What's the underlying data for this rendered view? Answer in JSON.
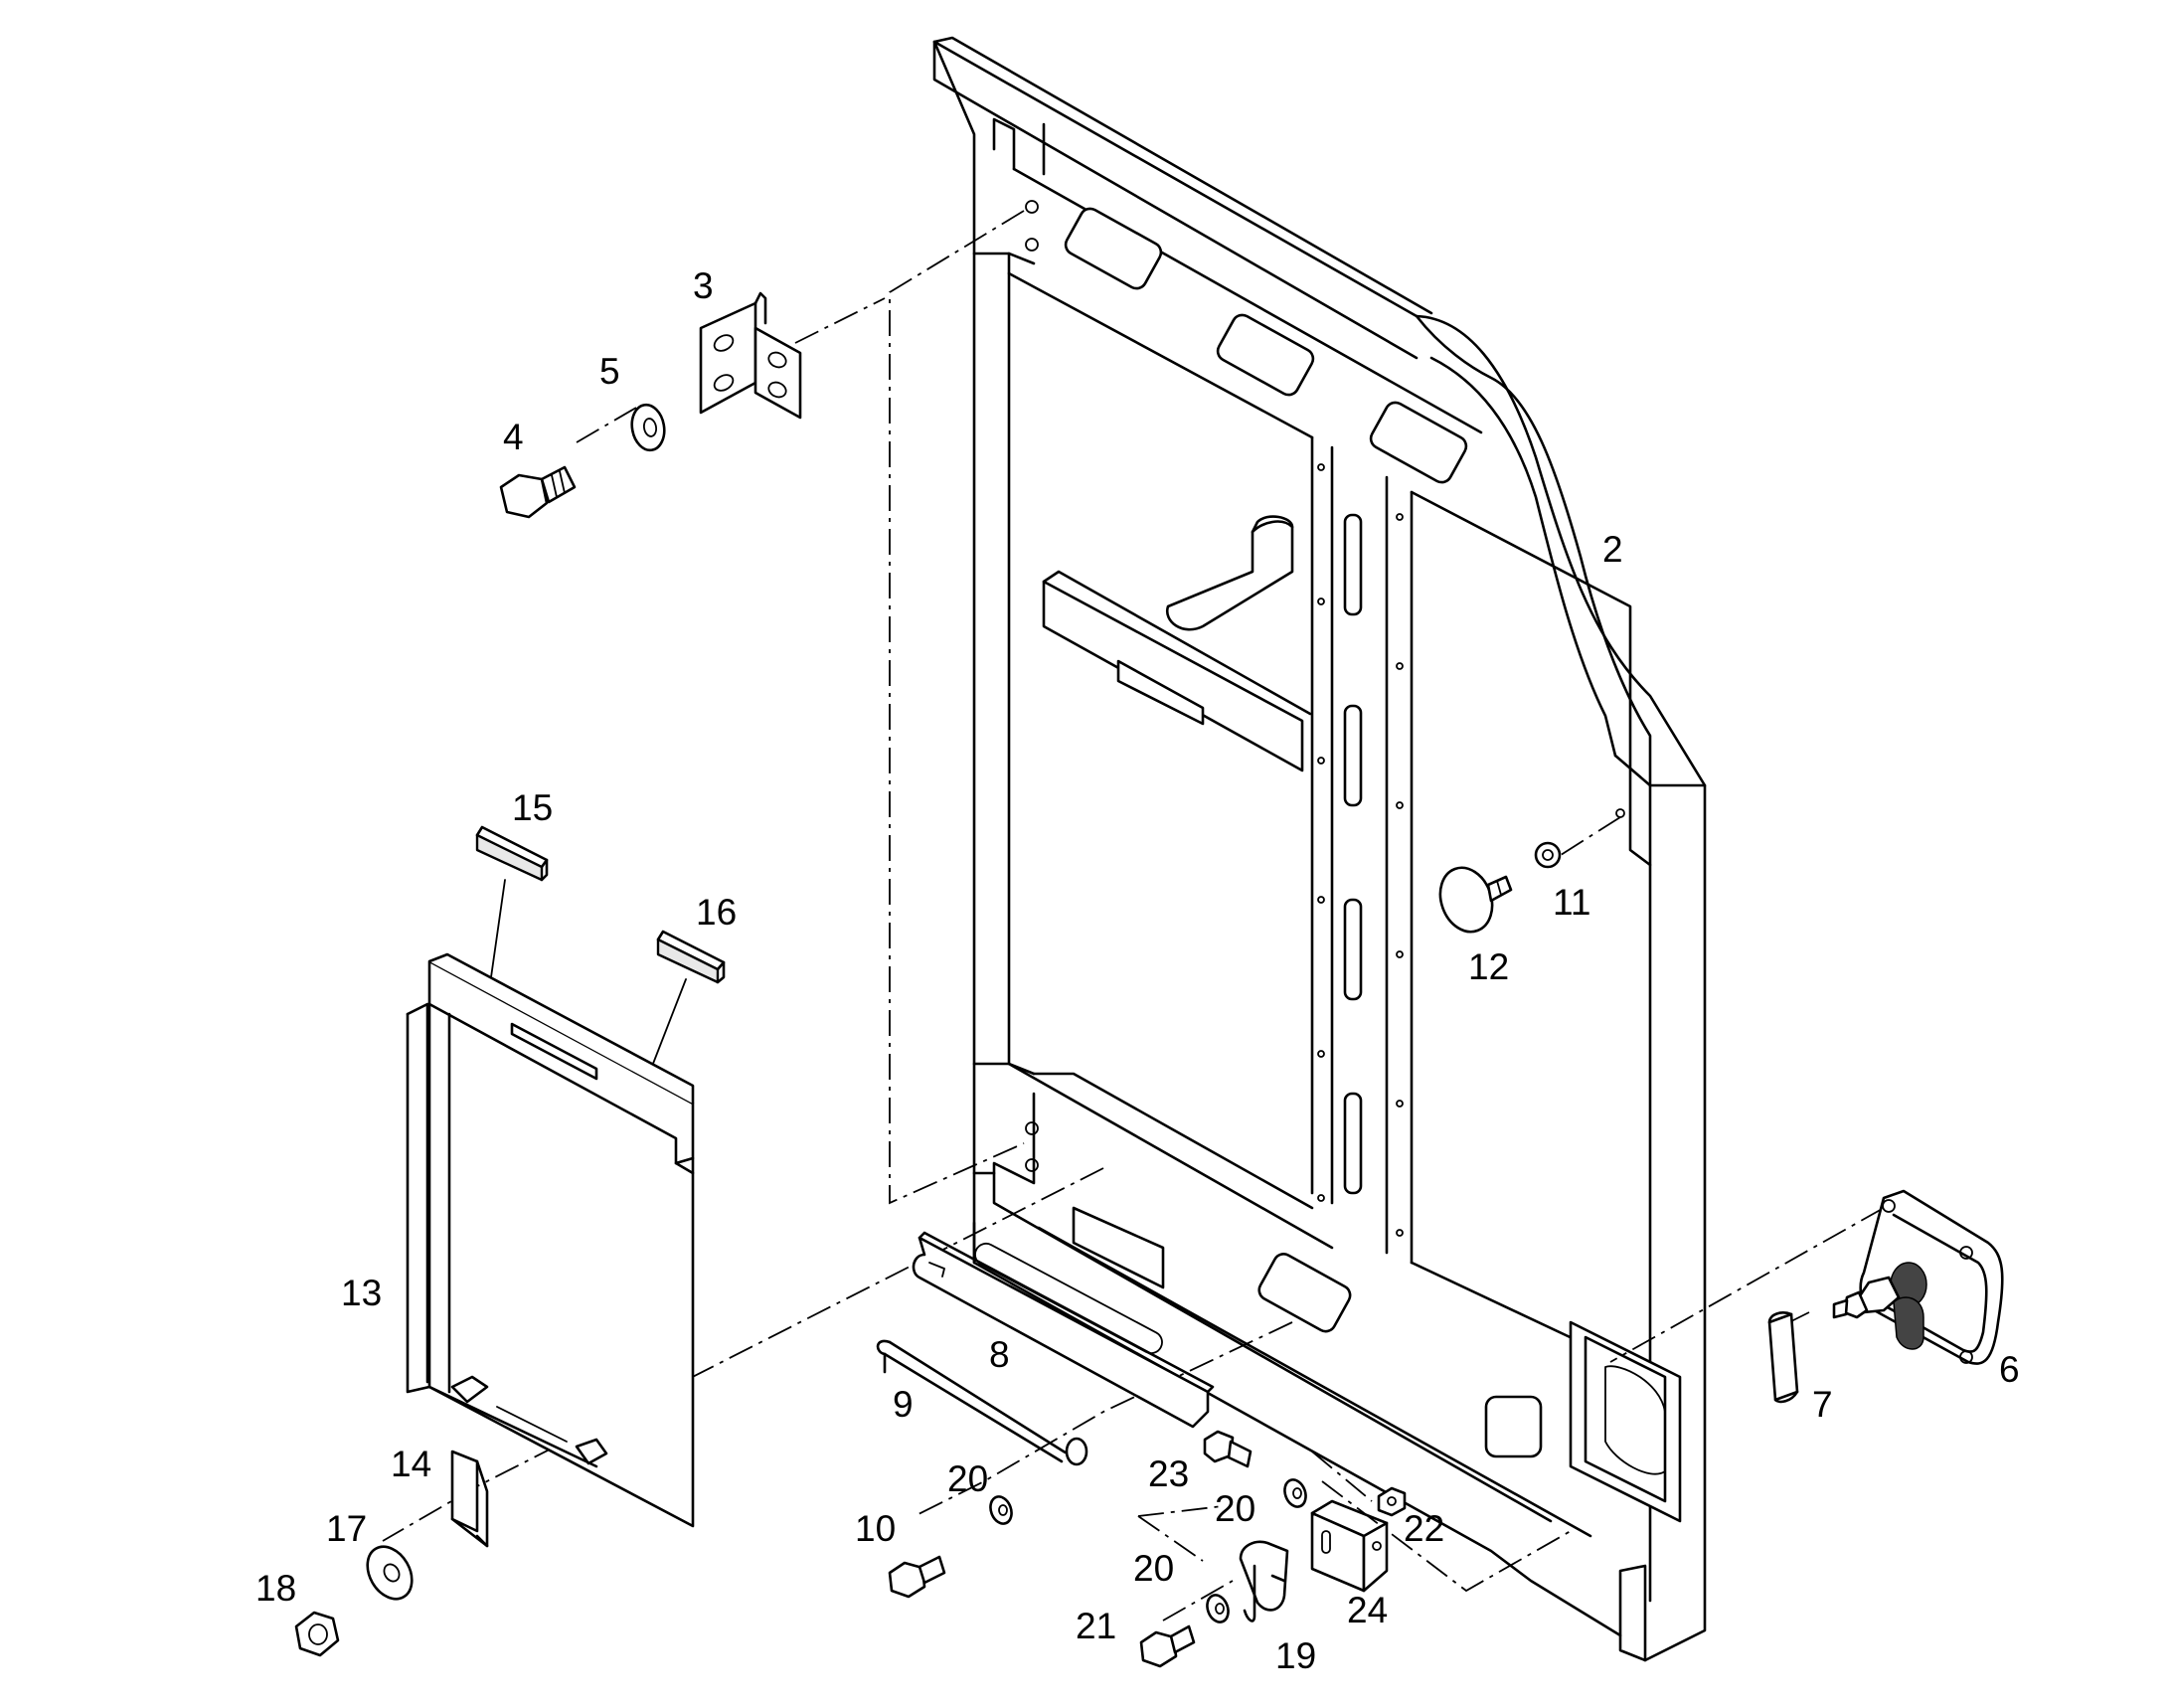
{
  "diagram": {
    "type": "exploded parts diagram",
    "callouts": [
      {
        "id": "2",
        "label": "2"
      },
      {
        "id": "3",
        "label": "3"
      },
      {
        "id": "4",
        "label": "4"
      },
      {
        "id": "5",
        "label": "5"
      },
      {
        "id": "6",
        "label": "6"
      },
      {
        "id": "7",
        "label": "7"
      },
      {
        "id": "8",
        "label": "8"
      },
      {
        "id": "9",
        "label": "9"
      },
      {
        "id": "10",
        "label": "10"
      },
      {
        "id": "11",
        "label": "11"
      },
      {
        "id": "12",
        "label": "12"
      },
      {
        "id": "13",
        "label": "13"
      },
      {
        "id": "14",
        "label": "14"
      },
      {
        "id": "15",
        "label": "15"
      },
      {
        "id": "16",
        "label": "16"
      },
      {
        "id": "17",
        "label": "17"
      },
      {
        "id": "18",
        "label": "18"
      },
      {
        "id": "19",
        "label": "19"
      },
      {
        "id": "20a",
        "label": "20"
      },
      {
        "id": "20b",
        "label": "20"
      },
      {
        "id": "20c",
        "label": "20"
      },
      {
        "id": "21",
        "label": "21"
      },
      {
        "id": "22",
        "label": "22"
      },
      {
        "id": "23",
        "label": "23"
      },
      {
        "id": "24",
        "label": "24"
      }
    ]
  }
}
